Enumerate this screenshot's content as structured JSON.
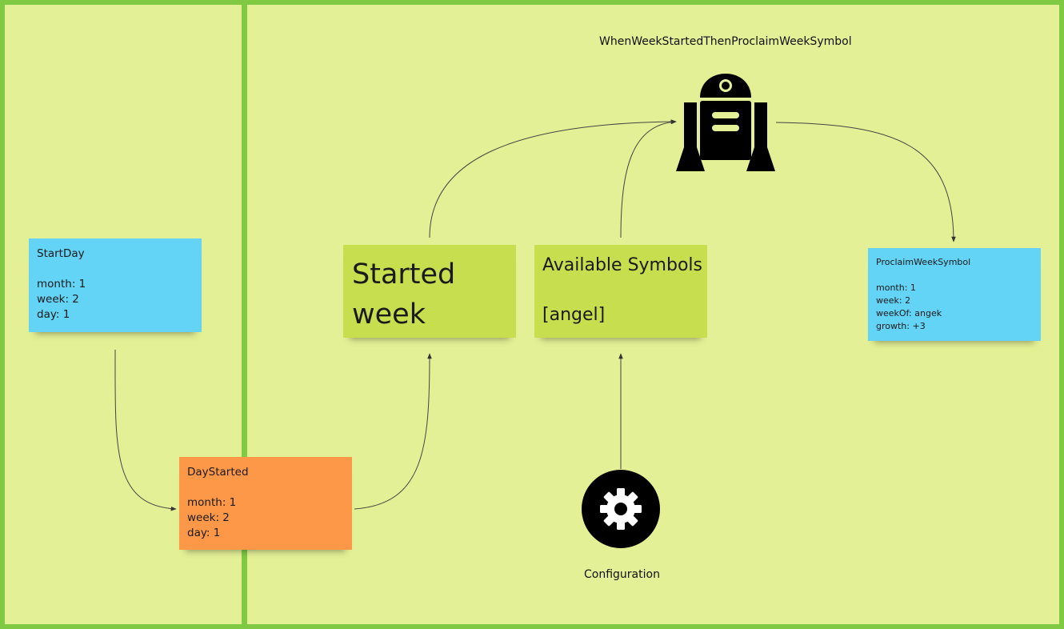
{
  "diagram": {
    "robot_title": "WhenWeekStartedThenProclaimWeekSymbol",
    "config_label": "Configuration",
    "start_day": {
      "title": "StartDay",
      "lines": [
        "month: 1",
        "week: 2",
        "day: 1"
      ]
    },
    "day_started": {
      "title": "DayStarted",
      "lines": [
        "month: 1",
        "week: 2",
        "day: 1"
      ]
    },
    "started_week": {
      "lines": [
        "Started",
        "week"
      ]
    },
    "available_symbols": {
      "title": "Available Symbols",
      "value": "[angel]"
    },
    "proclaim_week_symbol": {
      "title": "ProclaimWeekSymbol",
      "lines": [
        "month: 1",
        "week: 2",
        "weekOf: angek",
        "growth: +3"
      ]
    },
    "colors": {
      "background": "#e4f095",
      "frame": "#7fc943",
      "event_blue": "#63d3f6",
      "event_orange": "#fe9849",
      "read_model_lime": "#c7de4f"
    },
    "icons": {
      "automation": "robot-icon",
      "configuration": "gear-icon"
    }
  }
}
